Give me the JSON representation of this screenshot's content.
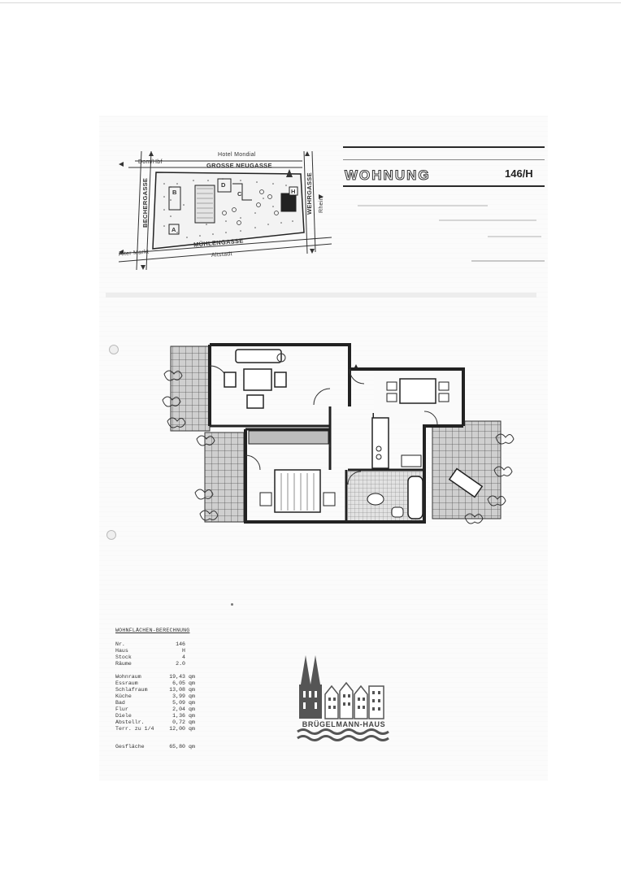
{
  "map": {
    "hotel": "Hotel Mondial",
    "street_top": "GROSSE NEUGASSE",
    "street_bottom": "MÜHLENGASSE",
    "street_left": "BECHERGASSE",
    "street_right": "WEHRGASSE",
    "dir_top_left": "Dom/Hbf",
    "dir_bottom_left": "Alter Markt",
    "dir_bottom": "Altstadt",
    "dir_right": "Rhein",
    "block_b": "B",
    "block_d": "D",
    "block_a": "A",
    "block_c": "C",
    "block_h": "H"
  },
  "header": {
    "title": "WOHNUNG",
    "unit": "146/H"
  },
  "areas": {
    "title": "WOHNFLÄCHEN-BERECHNUNG",
    "meta": [
      {
        "label": "Nr.",
        "value": "146"
      },
      {
        "label": "Haus",
        "value": "H"
      },
      {
        "label": "Stock",
        "value": "4"
      },
      {
        "label": "Räume",
        "value": "2.0"
      }
    ],
    "rooms": [
      {
        "label": "Wohnraum",
        "value": "19,43",
        "unit": "qm"
      },
      {
        "label": "Essraum",
        "value": "6,05",
        "unit": "qm"
      },
      {
        "label": "Schlafraum",
        "value": "13,08",
        "unit": "qm"
      },
      {
        "label": "Küche",
        "value": "3,99",
        "unit": "qm"
      },
      {
        "label": "Bad",
        "value": "5,09",
        "unit": "qm"
      },
      {
        "label": "Flur",
        "value": "2,04",
        "unit": "qm"
      },
      {
        "label": "Diele",
        "value": "1,36",
        "unit": "qm"
      },
      {
        "label": "Abstellr.",
        "value": "0,72",
        "unit": "qm"
      },
      {
        "label": "Terr. zu 1/4",
        "value": "12,00",
        "unit": "qm"
      }
    ],
    "total": {
      "label": "Gesfläche",
      "value": "65,80",
      "unit": "qm"
    }
  },
  "logo": {
    "text": "BRÜGELMANN-HAUS"
  }
}
